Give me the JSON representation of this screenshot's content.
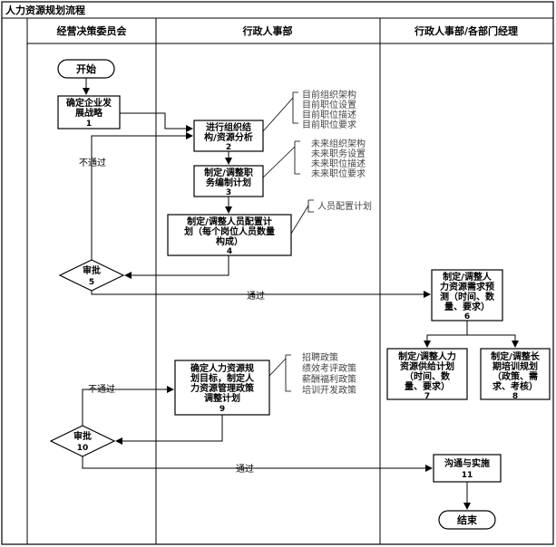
{
  "title": "人力资源规划流程",
  "lanes": [
    "经营决策委员会",
    "行政人事部",
    "行政人事部/各部门经理"
  ],
  "nodes": {
    "start": "开始",
    "n1": [
      "确定企业发",
      "展战略",
      "1"
    ],
    "n2": [
      "进行组织结",
      "构/资源分析",
      "2"
    ],
    "n3": [
      "制定/调整职",
      "务编制计划",
      "3"
    ],
    "n4": [
      "制定/调整人员配置计",
      "划（每个岗位人员数量",
      "构成）",
      "4"
    ],
    "d5": [
      "审批",
      "5"
    ],
    "n6": [
      "制定/调整人",
      "力资源需求预",
      "测（时间、数",
      "量、要求）",
      "6"
    ],
    "n7": [
      "制定/调整人力",
      "资源供给计划",
      "（时间、数",
      "量、要求）",
      "7"
    ],
    "n8": [
      "制定/调整长",
      "期培训规划",
      "（政策、需",
      "求、考核）",
      "8"
    ],
    "n9": [
      "确定人力资源规",
      "划目标，制定人",
      "力资源管理政策",
      "调整计划",
      "9"
    ],
    "d10": [
      "审批",
      "10"
    ],
    "n11": [
      "沟通与实施",
      "11"
    ],
    "end": "结束"
  },
  "notes": {
    "a": [
      "目前组织架构",
      "目前职位设置",
      "目前职位描述",
      "目前职位要求"
    ],
    "b": [
      "未来组织架构",
      "未来职务设置",
      "未来职位描述",
      "未来职位要求"
    ],
    "c": [
      "人员配置计划"
    ],
    "d": [
      "招聘政策",
      "绩效考评政策",
      "薪酬福利政策",
      "培训开发政策"
    ]
  },
  "edge_labels": {
    "reject1": "不通过",
    "pass1": "通过",
    "reject2": "不通过",
    "pass2": "通过"
  }
}
